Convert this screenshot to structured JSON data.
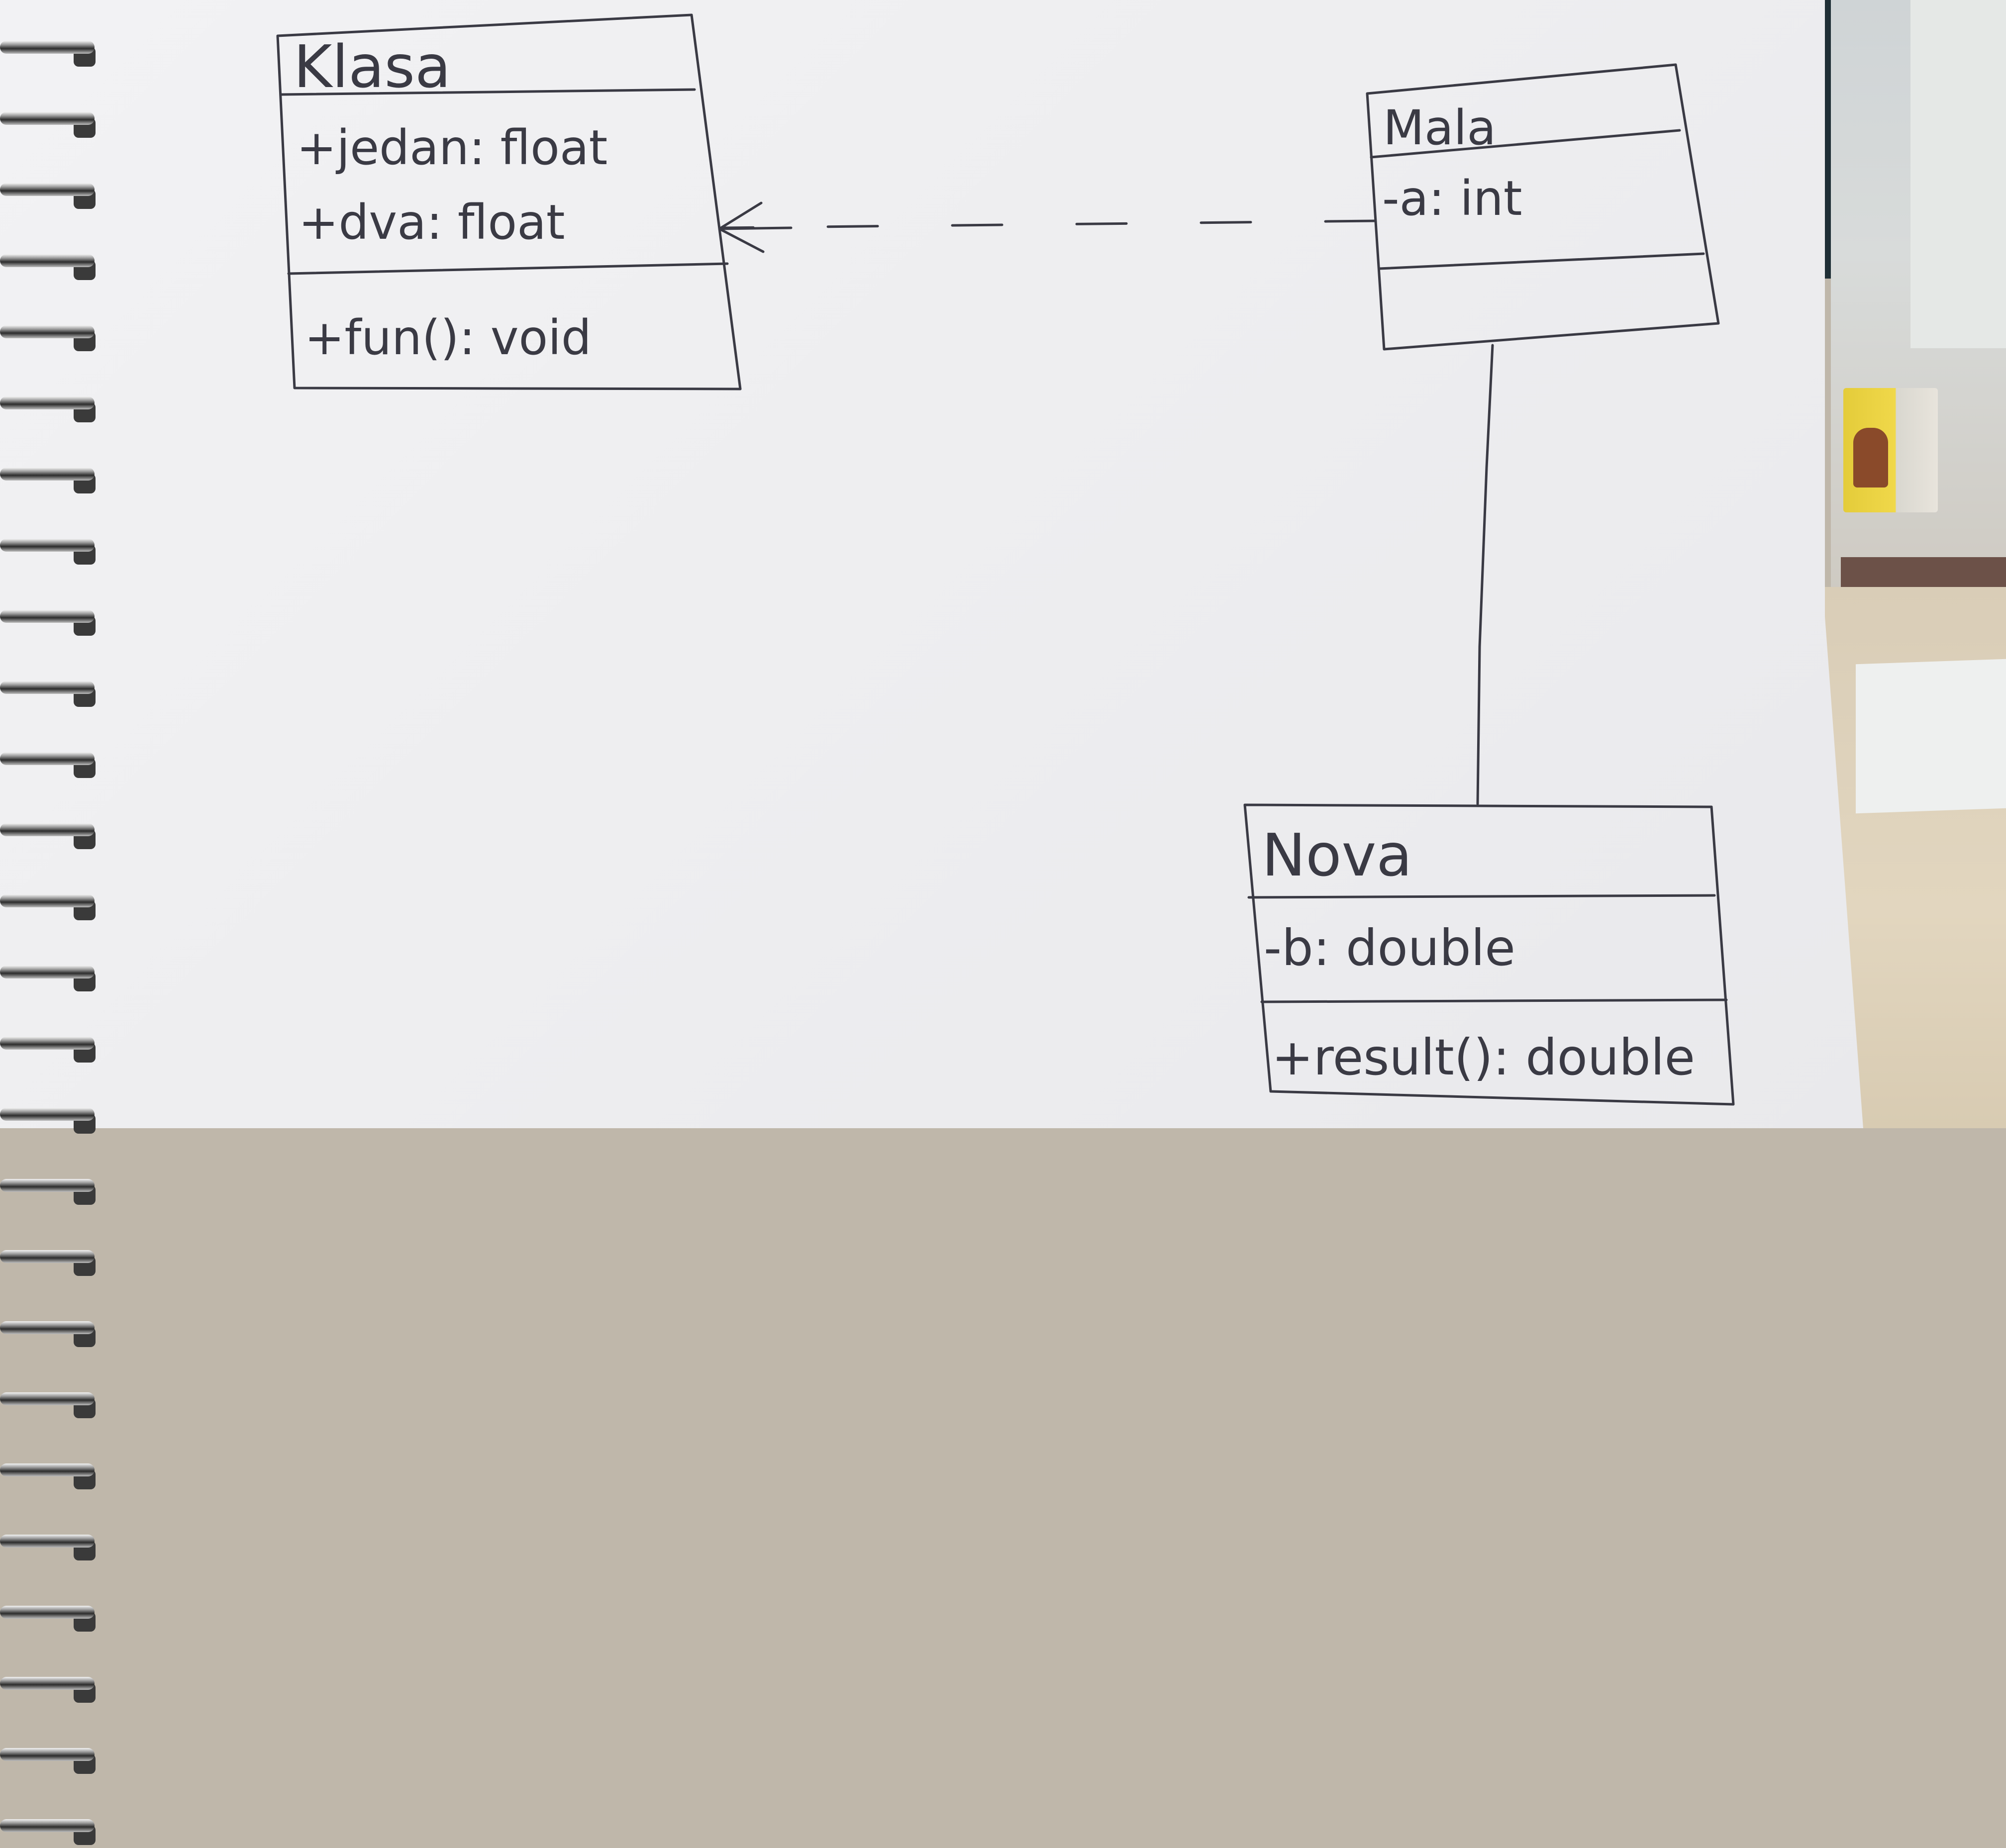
{
  "classes": [
    {
      "id": "klasa",
      "name": "Klasa",
      "attributes": [
        "+jedan: float",
        "+dva: float"
      ],
      "methods": [
        "+fun(): void"
      ]
    },
    {
      "id": "mala",
      "name": "Mala",
      "attributes": [
        "-a: int"
      ],
      "methods": []
    },
    {
      "id": "nova",
      "name": "Nova",
      "attributes": [
        "-b: double"
      ],
      "methods": [
        "+result(): double"
      ]
    }
  ],
  "relationships": [
    {
      "from": "mala",
      "to": "klasa",
      "style": "dashed",
      "arrow": "open-arrow-at-target"
    },
    {
      "from": "mala",
      "to": "nova",
      "style": "solid",
      "arrow": "none"
    }
  ],
  "colors": {
    "ink": "#3a3a44",
    "paper": "#f0f0f2"
  },
  "icons": [
    "spiral-binding"
  ]
}
